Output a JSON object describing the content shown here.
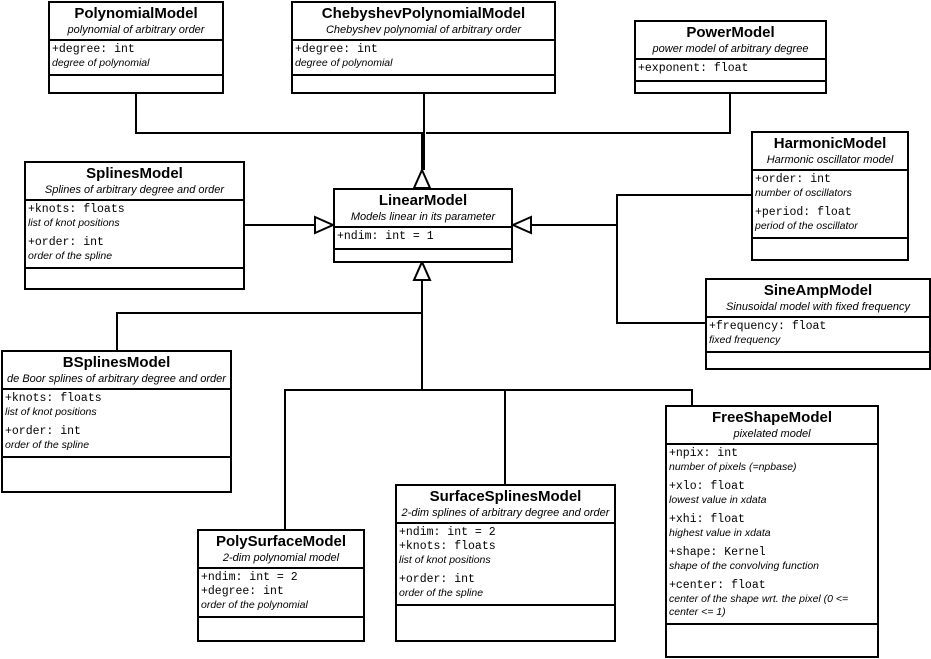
{
  "classes": {
    "polynomial": {
      "name": "PolynomialModel",
      "desc": "polynomial of arbitrary order",
      "attrs": [
        {
          "sig": "+degree: int",
          "desc": "degree of polynomial"
        }
      ]
    },
    "chebyshev": {
      "name": "ChebyshevPolynomialModel",
      "desc": "Chebyshev polynomial of arbitrary order",
      "attrs": [
        {
          "sig": "+degree: int",
          "desc": "degree of polynomial"
        }
      ]
    },
    "power": {
      "name": "PowerModel",
      "desc": "power model of arbitrary degree",
      "attrs": [
        {
          "sig": "+exponent: float",
          "desc": ""
        }
      ]
    },
    "harmonic": {
      "name": "HarmonicModel",
      "desc": "Harmonic oscillator model",
      "attrs": [
        {
          "sig": "+order: int",
          "desc": "number of oscillators"
        },
        {
          "sig": "+period: float",
          "desc": "period of the oscillator"
        }
      ]
    },
    "splines": {
      "name": "SplinesModel",
      "desc": "Splines of arbitrary degree and order",
      "attrs": [
        {
          "sig": "+knots: floats",
          "desc": "list of knot positions"
        },
        {
          "sig": "+order: int",
          "desc": "order of the spline"
        }
      ]
    },
    "linear": {
      "name": "LinearModel",
      "desc": "Models linear in its parameter",
      "attrs": [
        {
          "sig": "+ndim: int = 1",
          "desc": ""
        }
      ]
    },
    "sineamp": {
      "name": "SineAmpModel",
      "desc": "Sinusoidal model with fixed frequency",
      "attrs": [
        {
          "sig": "+frequency: float",
          "desc": "fixed frequency"
        }
      ]
    },
    "bsplines": {
      "name": "BSplinesModel",
      "desc": "de Boor splines of arbitrary degree and order",
      "attrs": [
        {
          "sig": "+knots: floats",
          "desc": "list of knot positions"
        },
        {
          "sig": "+order: int",
          "desc": "order of the spline"
        }
      ]
    },
    "freeshape": {
      "name": "FreeShapeModel",
      "desc": "pixelated model",
      "attrs": [
        {
          "sig": "+npix: int",
          "desc": "number of pixels (=npbase)"
        },
        {
          "sig": "+xlo: float",
          "desc": "lowest value in xdata"
        },
        {
          "sig": "+xhi: float",
          "desc": "highest value in xdata"
        },
        {
          "sig": "+shape: Kernel",
          "desc": "shape of the convolving function"
        },
        {
          "sig": "+center: float",
          "desc": "center of the shape wrt. the pixel (0 <= center <= 1)"
        }
      ]
    },
    "surfacesplines": {
      "name": "SurfaceSplinesModel",
      "desc": "2-dim splines of arbitrary degree and order",
      "attrs": [
        {
          "sig": "+ndim: int = 2",
          "desc": ""
        },
        {
          "sig": "+knots: floats",
          "desc": "list of knot positions"
        },
        {
          "sig": "+order: int",
          "desc": "order of the spline"
        }
      ]
    },
    "polysurface": {
      "name": "PolySurfaceModel",
      "desc": "2-dim polynomial model",
      "attrs": [
        {
          "sig": "+ndim: int = 2",
          "desc": ""
        },
        {
          "sig": "+degree: int",
          "desc": "order of the polynomial"
        }
      ]
    }
  }
}
